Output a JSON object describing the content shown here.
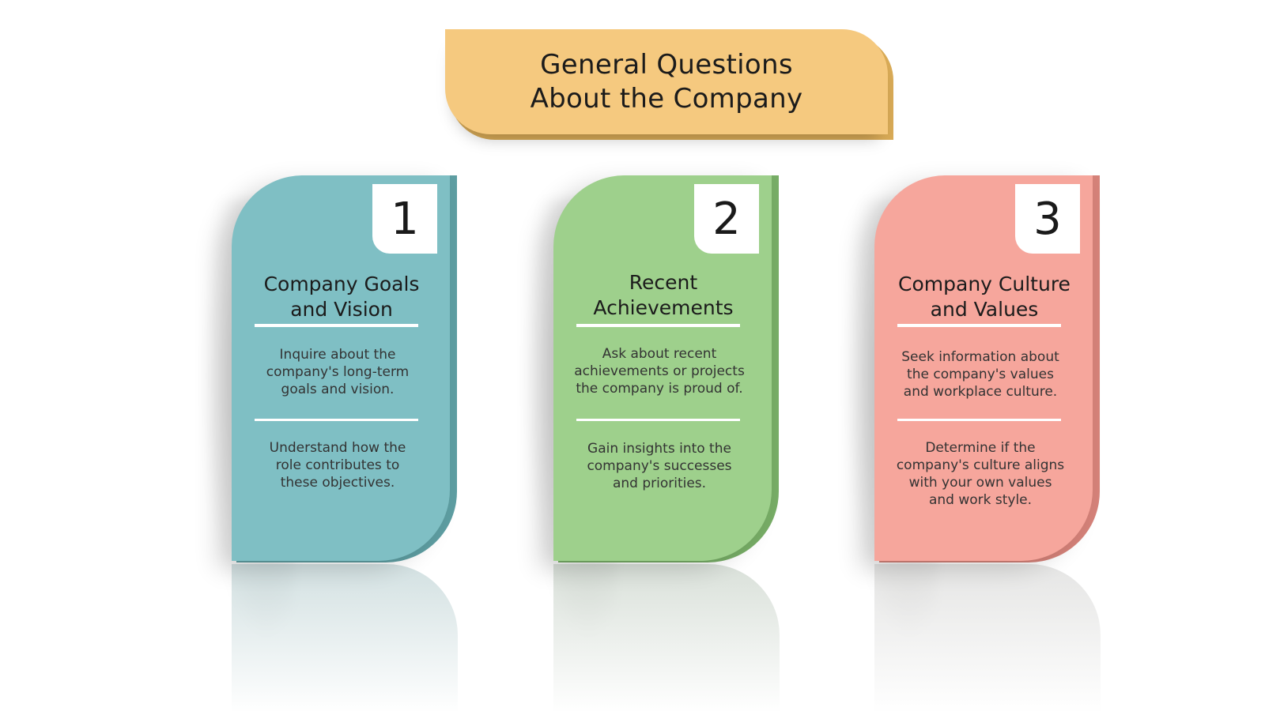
{
  "title": {
    "line1": "General Questions",
    "line2": "About the Company"
  },
  "colors": {
    "banner": "#f5c97f",
    "card1": "#7fbfc4",
    "card2": "#9ed08c",
    "card3": "#f6a69c"
  },
  "cards": [
    {
      "number": "1",
      "title_lines": [
        "Company Goals",
        "and Vision"
      ],
      "text1_lines": [
        "Inquire about the",
        "company's long-term",
        "goals and vision."
      ],
      "text2_lines": [
        "Understand how the",
        "role contributes to",
        "these objectives."
      ]
    },
    {
      "number": "2",
      "title_lines": [
        "Recent",
        "Achievements"
      ],
      "text1_lines": [
        "Ask about recent",
        "achievements or projects",
        "the company is proud of."
      ],
      "text2_lines": [
        "Gain insights into the",
        "company's successes",
        "and priorities."
      ]
    },
    {
      "number": "3",
      "title_lines": [
        "Company Culture",
        "and Values"
      ],
      "text1_lines": [
        "Seek information about",
        "the company's values",
        "and workplace culture."
      ],
      "text2_lines": [
        "Determine if the",
        "company's culture aligns",
        "with your own values",
        "and work style."
      ]
    }
  ]
}
